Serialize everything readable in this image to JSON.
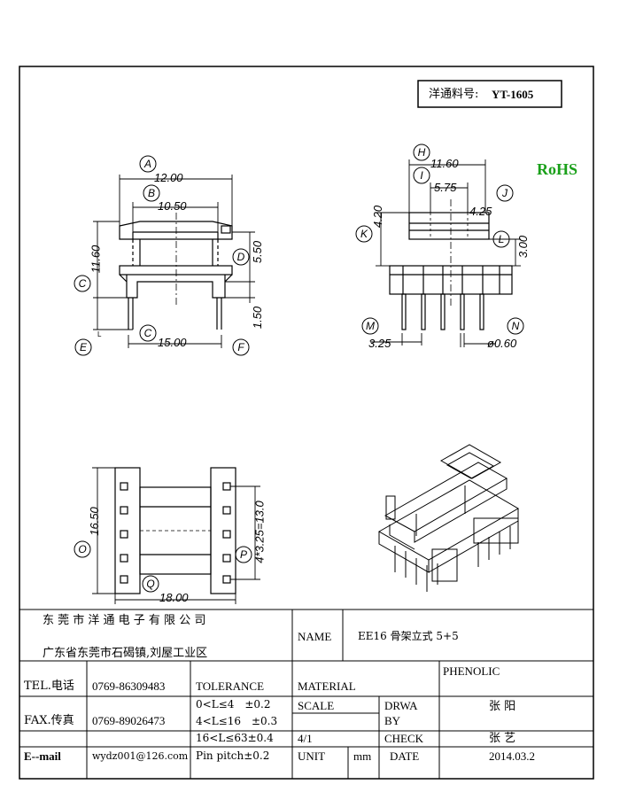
{
  "part_number": {
    "label": "洋通料号:",
    "value": "YT-1605"
  },
  "rohs": "RoHS",
  "front_view": {
    "dims": {
      "d1": "12.00",
      "d2": "10.50",
      "d3": "11.60",
      "d4": "5.50",
      "d5": "1.50",
      "d6": "15.00",
      "d7": "L"
    },
    "callouts": {
      "a": "A",
      "b": "B",
      "c1": "C",
      "c2": "C",
      "d": "D",
      "e": "E",
      "f": "F"
    }
  },
  "side_view": {
    "dims": {
      "d1": "11.60",
      "d2": "5.75",
      "d3": "4.25",
      "d4": "4.20",
      "d5": "3.00",
      "d6": "3.25",
      "d7": "ø0.60"
    },
    "callouts": {
      "h": "H",
      "i": "I",
      "j": "J",
      "k": "K",
      "l": "L",
      "m": "M",
      "n": "N"
    }
  },
  "top_view": {
    "dims": {
      "d1": "16.50",
      "d2": "4*3.25=13.0",
      "d3": "18.00"
    },
    "callouts": {
      "o": "O",
      "p": "P",
      "q": "Q"
    }
  },
  "title_block": {
    "company_name": "东 莞 市 洋 通 电 子 有 限 公 司",
    "company_address": "广东省东莞市石碣镇,刘屋工业区",
    "name_label": "NAME",
    "name_value": "EE16 骨架立式 5+5",
    "tel_label": "TEL.电话",
    "tel_value": "0769-86309483",
    "tolerance_label": "TOLERANCE",
    "material_label": "MATERIAL",
    "material_value": "PHENOLIC",
    "fax_label": "FAX.传真",
    "fax_value": "0769-89026473",
    "tol_1": "0<L≤4　±0.2",
    "tol_2": "4<L≤16　±0.3",
    "tol_3": "16<L≤63±0.4",
    "tol_4": "Pin pitch±0.2",
    "scale_label": "SCALE",
    "scale_value": "4/1",
    "drwa_label_1": "DRWA",
    "drwa_label_2": "BY",
    "drawn_by": "张 阳",
    "check_label": "CHECK",
    "checked_by": "张 艺",
    "email_label": "E--mail",
    "email_value": "wydz001@126.com",
    "unit_label": "UNIT",
    "unit_value": "mm",
    "date_label": "DATE",
    "date_value": "2014.03.2"
  }
}
